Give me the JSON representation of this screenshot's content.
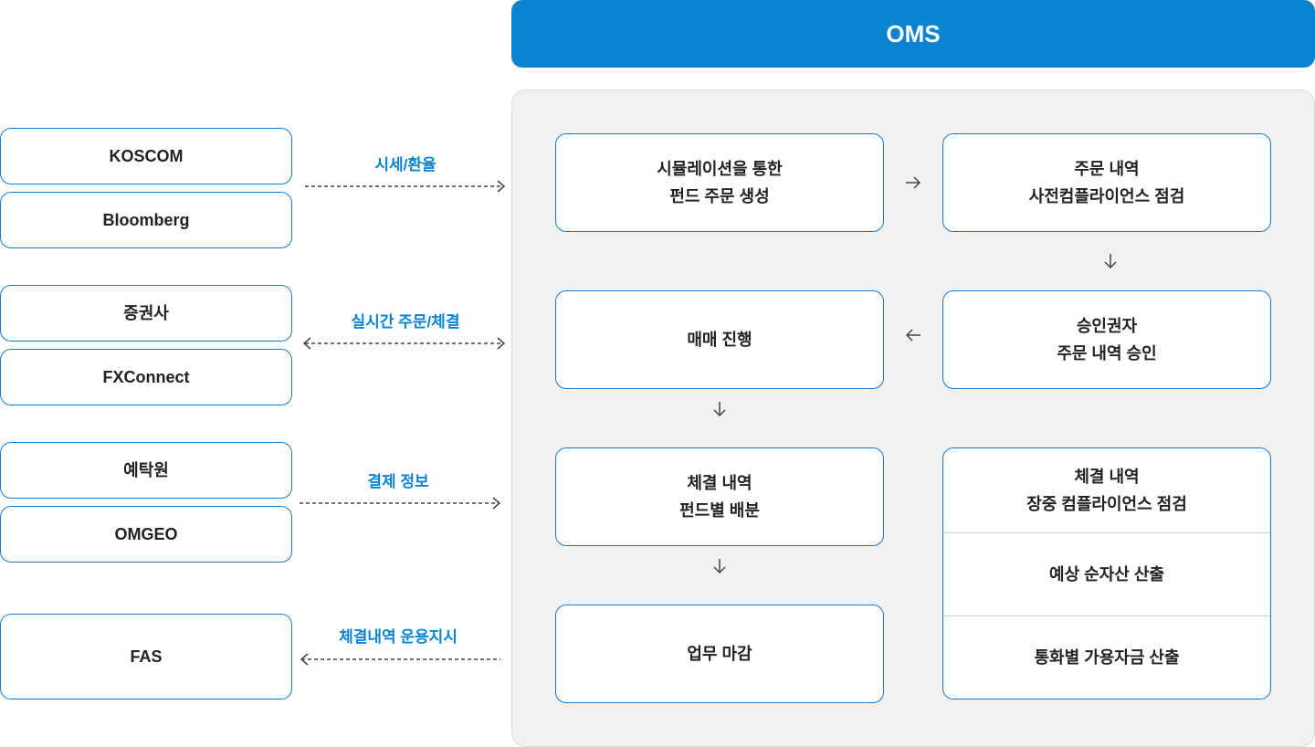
{
  "header": {
    "title": "OMS"
  },
  "sources": {
    "koscom": "KOSCOM",
    "bloomberg": "Bloomberg",
    "brokerage": "증권사",
    "fxconnect": "FXConnect",
    "depository": "예탁원",
    "omgeo": "OMGEO",
    "fas": "FAS"
  },
  "connections": {
    "market_data": "시세/환율",
    "realtime_orders": "실시간 주문/체결",
    "settlement_info": "결제 정보",
    "execution_instructions": "체결내역 운용지시"
  },
  "steps": {
    "simulation": [
      "시뮬레이션을 통한",
      "펀드 주문 생성"
    ],
    "pre_compliance": [
      "주문 내역",
      "사전컴플라이언스 점검"
    ],
    "trading": [
      "매매 진행"
    ],
    "approval": [
      "승인권자",
      "주문 내역 승인"
    ],
    "allocation": [
      "체결 내역",
      "펀드별 배분"
    ],
    "closing": [
      "업무 마감"
    ],
    "post_checks": [
      [
        "체결 내역",
        "장중 컴플라이언스 점검"
      ],
      [
        "예상 순자산 산출"
      ],
      [
        "통화별 가용자금 산출"
      ]
    ]
  },
  "colors": {
    "accent": "#0a84d0",
    "border": "#1a7bc8",
    "panel": "#f1f1f1",
    "connector": "#444444"
  },
  "icons": {
    "right": "arrow-right-icon",
    "left": "arrow-left-icon",
    "down": "arrow-down-icon"
  }
}
